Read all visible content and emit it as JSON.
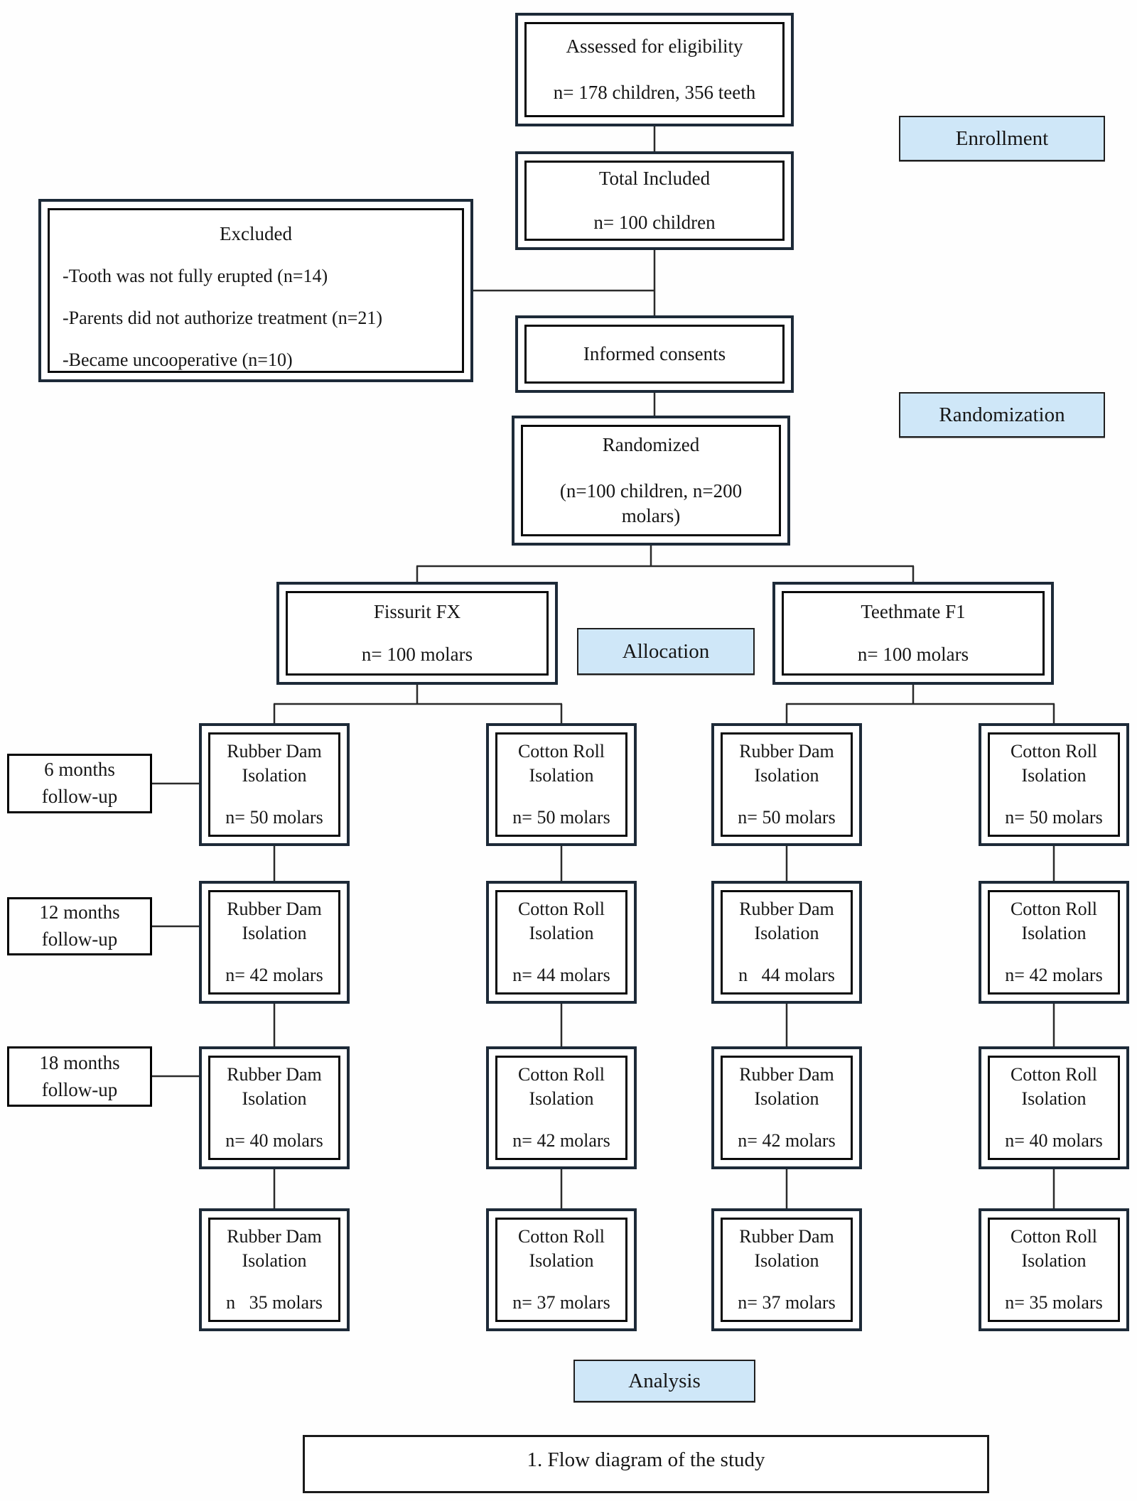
{
  "figure": {
    "caption": "1. Flow diagram of the study"
  },
  "colors": {
    "stage_fill": "#cfe7f8",
    "stage_border": "#1f1f1f",
    "box_outer_border": "#1d2a38",
    "box_inner_border": "#0b0b0b",
    "connector": "#2b2b2b"
  },
  "stages": {
    "enrollment": "Enrollment",
    "randomization": "Randomization",
    "allocation": "Allocation",
    "analysis": "Analysis"
  },
  "nodes": {
    "assessed": {
      "title": "Assessed for eligibility",
      "detail": "n= 178 children, 356 teeth"
    },
    "total_included": {
      "title": "Total Included",
      "detail": "n= 100 children"
    },
    "excluded": {
      "title": "Excluded",
      "items": [
        "-Tooth was not fully erupted (n=14)",
        "-Parents did not authorize treatment (n=21)",
        "-Became uncooperative (n=10)"
      ]
    },
    "informed": {
      "title": "Informed consents"
    },
    "randomized": {
      "title": "Randomized",
      "detail": "(n=100 children, n=200 molars)"
    },
    "fissurit": {
      "title": "Fissurit FX",
      "detail": "n= 100 molars"
    },
    "teethmate": {
      "title": "Teethmate F1",
      "detail": "n= 100 molars"
    }
  },
  "followup_labels": [
    {
      "line1": "6 months",
      "line2": "follow-up"
    },
    {
      "line1": "12 months",
      "line2": "follow-up"
    },
    {
      "line1": "18 months",
      "line2": "follow-up"
    }
  ],
  "grid": {
    "rows": [
      {
        "cells": [
          {
            "name": "Rubber Dam Isolation",
            "count": "n= 50 molars"
          },
          {
            "name": "Cotton Roll Isolation",
            "count": "n= 50 molars"
          },
          {
            "name": "Rubber Dam Isolation",
            "count": "n= 50 molars"
          },
          {
            "name": "Cotton Roll Isolation",
            "count": "n= 50 molars"
          }
        ]
      },
      {
        "cells": [
          {
            "name": "Rubber Dam Isolation",
            "count": "n= 42 molars"
          },
          {
            "name": "Cotton Roll Isolation",
            "count": "n= 44 molars"
          },
          {
            "name": "Rubber Dam Isolation",
            "count": "n   44 molars"
          },
          {
            "name": "Cotton Roll Isolation",
            "count": "n= 42 molars"
          }
        ]
      },
      {
        "cells": [
          {
            "name": "Rubber Dam Isolation",
            "count": "n= 40 molars"
          },
          {
            "name": "Cotton Roll Isolation",
            "count": "n= 42 molars"
          },
          {
            "name": "Rubber Dam Isolation",
            "count": "n= 42 molars"
          },
          {
            "name": "Cotton Roll Isolation",
            "count": "n= 40 molars"
          }
        ]
      },
      {
        "cells": [
          {
            "name": "Rubber Dam Isolation",
            "count": "n   35 molars"
          },
          {
            "name": "Cotton Roll Isolation",
            "count": "n= 37 molars"
          },
          {
            "name": "Rubber Dam Isolation",
            "count": "n= 37 molars"
          },
          {
            "name": "Cotton Roll Isolation",
            "count": "n= 35 molars"
          }
        ]
      }
    ]
  }
}
